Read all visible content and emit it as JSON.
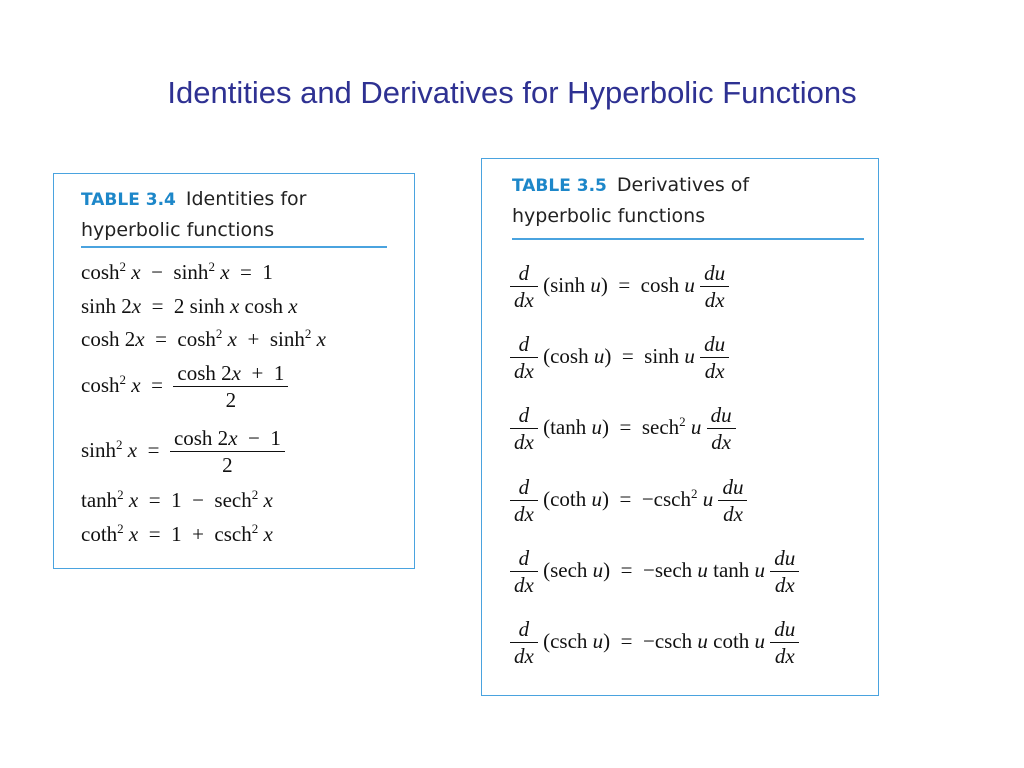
{
  "title": "Identities and Derivatives for Hyperbolic Functions",
  "table34": {
    "number": "TABLE 3.4",
    "caption_line1": "Identities for",
    "caption_line2": "hyperbolic functions"
  },
  "table35": {
    "number": "TABLE 3.5",
    "caption_line1": "Derivatives of",
    "caption_line2": "hyperbolic functions"
  },
  "identities": [
    "cosh² x − sinh² x = 1",
    "sinh 2x = 2 sinh x cosh x",
    "cosh 2x = cosh² x + sinh² x",
    "cosh² x = (cosh 2x + 1) / 2",
    "sinh² x = (cosh 2x − 1) / 2",
    "tanh² x = 1 − sech² x",
    "coth² x = 1 + csch² x"
  ],
  "derivatives": [
    "d/dx (sinh u) = cosh u du/dx",
    "d/dx (cosh u) = sinh u du/dx",
    "d/dx (tanh u) = sech² u du/dx",
    "d/dx (coth u) = −csch² u du/dx",
    "d/dx (sech u) = −sech u tanh u du/dx",
    "d/dx (csch u) = −csch u coth u du/dx"
  ],
  "colors": {
    "title": "#2e3192",
    "table_border": "#4aa3df",
    "table_number": "#1d87c9"
  }
}
